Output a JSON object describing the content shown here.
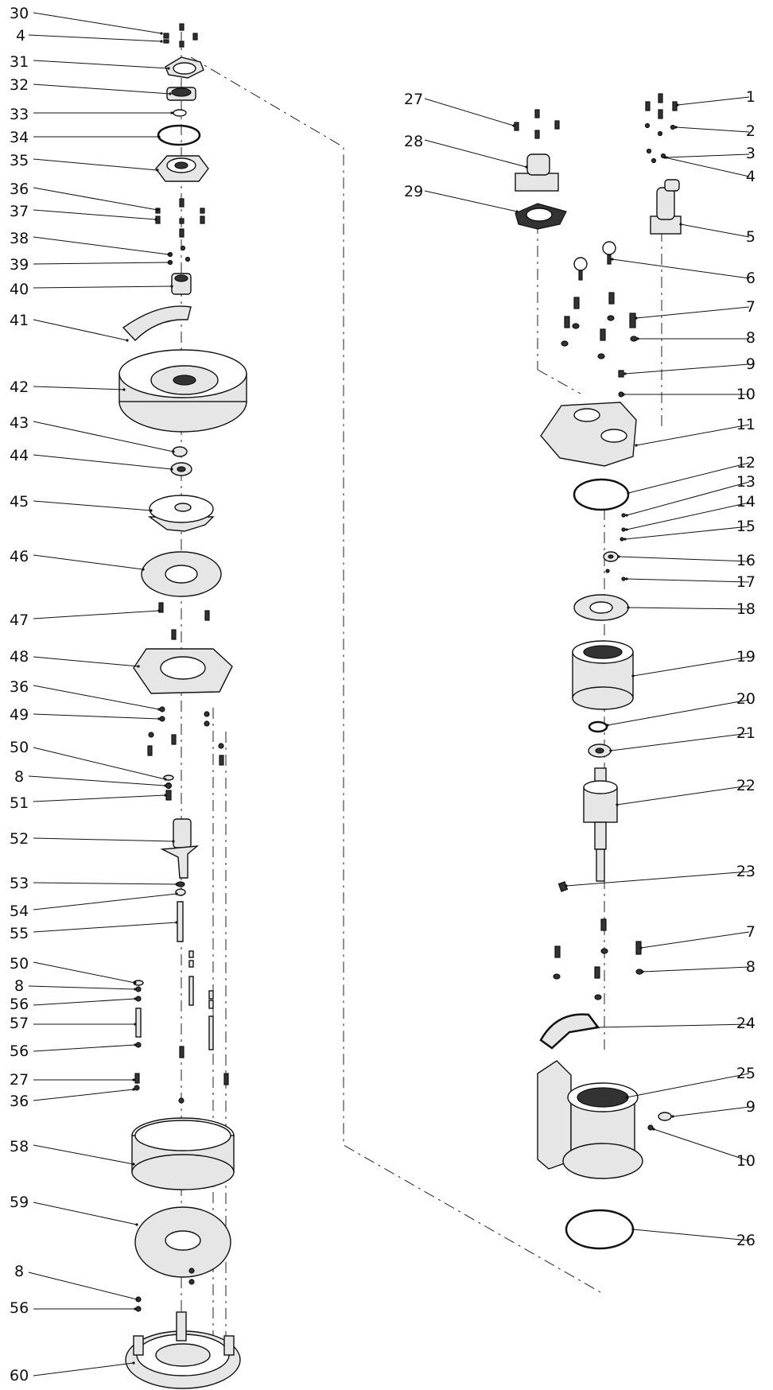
{
  "diagram": {
    "left_column_labels": [
      "30",
      "4",
      "31",
      "32",
      "33",
      "34",
      "35",
      "36",
      "37",
      "38",
      "39",
      "40",
      "41",
      "42",
      "43",
      "44",
      "45",
      "46",
      "47",
      "48",
      "36",
      "49",
      "50",
      "8",
      "51",
      "52",
      "53",
      "54",
      "55",
      "50",
      "8",
      "56",
      "57",
      "56",
      "27",
      "36",
      "58",
      "59",
      "8",
      "56",
      "60"
    ],
    "right_column_left_labels": [
      "27",
      "28",
      "29"
    ],
    "right_column_right_labels": [
      "1",
      "2",
      "3",
      "4",
      "5",
      "6",
      "7",
      "8",
      "9",
      "10",
      "11",
      "12",
      "13",
      "14",
      "15",
      "16",
      "17",
      "18",
      "19",
      "20",
      "21",
      "22",
      "23",
      "7",
      "8",
      "24",
      "25",
      "9",
      "10",
      "26"
    ]
  }
}
